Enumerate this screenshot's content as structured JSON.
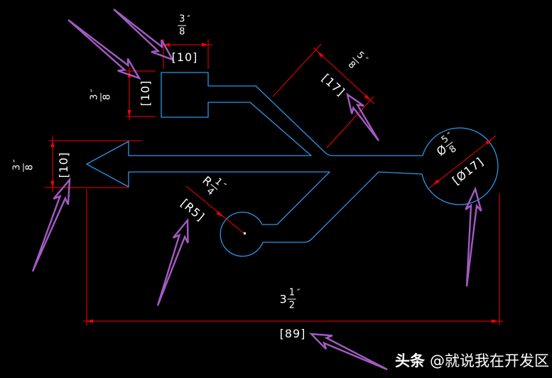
{
  "dims": {
    "square_width": {
      "num": "3",
      "den": "8",
      "unit": "″",
      "mm": "[10]"
    },
    "square_height": {
      "num": "3",
      "den": "8",
      "unit": "″",
      "mm": "[10]"
    },
    "arm_height": {
      "num": "3",
      "den": "8",
      "unit": "″",
      "mm": "[10]"
    },
    "slot_width": {
      "num": "5",
      "den": "8",
      "unit": "″",
      "mm": "[17]"
    },
    "fillet_radius": {
      "prefix": "R",
      "num": "1",
      "den": "4",
      "unit": "″",
      "mm": "[R5]"
    },
    "hole_diameter": {
      "prefix": "Ø",
      "num": "5",
      "den": "8",
      "unit": "″",
      "mm": "[Ø17]"
    },
    "overall_length": {
      "prefix": "3",
      "num": "1",
      "den": "2",
      "unit": "″",
      "mm": "[89]"
    }
  },
  "watermark": {
    "brand": "头条",
    "handle": "@就说我在开发区"
  },
  "colors": {
    "background": "#000000",
    "geometry": "#2D96E8",
    "dimension": "#FF0000",
    "annotation": "#A45BC4",
    "text": "#FFFFFF"
  }
}
